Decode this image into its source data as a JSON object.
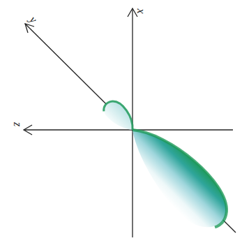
{
  "diagram": {
    "labels": [
      "y",
      "x",
      "z"
    ]
  }
}
